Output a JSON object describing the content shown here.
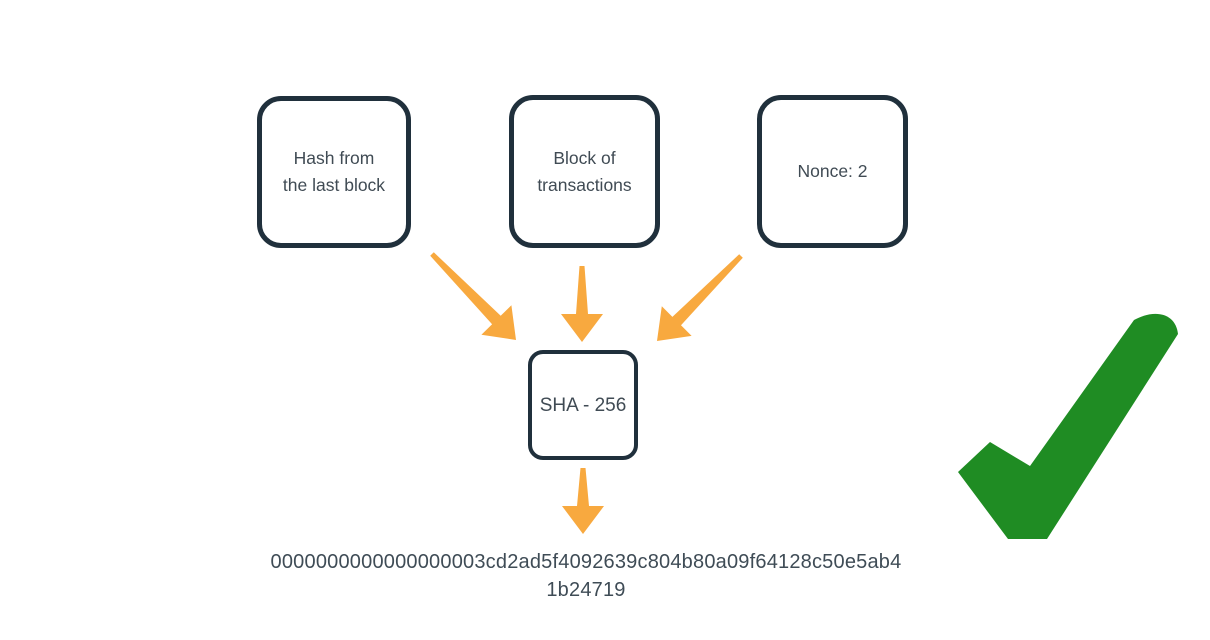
{
  "page": {
    "background": "#ffffff",
    "description": "Blockchain hashing diagram: three inputs feed SHA-256 which outputs a valid block hash"
  },
  "colors": {
    "node_border": "#20303c",
    "node_text": "#404b54",
    "arrow": "#f8a93f",
    "check": "#1f8c23",
    "hash_text": "#3f4c56",
    "page_bg": "#ffffff"
  },
  "diagram": {
    "inputs": [
      {
        "id": "hash-from-last-block",
        "lines": [
          "Hash from",
          "the last block"
        ]
      },
      {
        "id": "block-of-transactions",
        "lines": [
          "Block of",
          "transactions"
        ]
      },
      {
        "id": "nonce",
        "lines": [
          "Nonce: 2"
        ]
      }
    ],
    "hash_function": {
      "label": "SHA - 256"
    },
    "output": {
      "hash_lines": [
        "0000000000000000003cd2ad5f4092639c804b80a09f64128c50e5ab4",
        "1b24719"
      ],
      "full_hash": "0000000000000000003cd2ad5f4092639c804b80a09f64128c50e5ab41b24719"
    },
    "icons": {
      "arrows": "arrow-down",
      "status": "checkmark"
    },
    "status": {
      "valid": true
    }
  }
}
